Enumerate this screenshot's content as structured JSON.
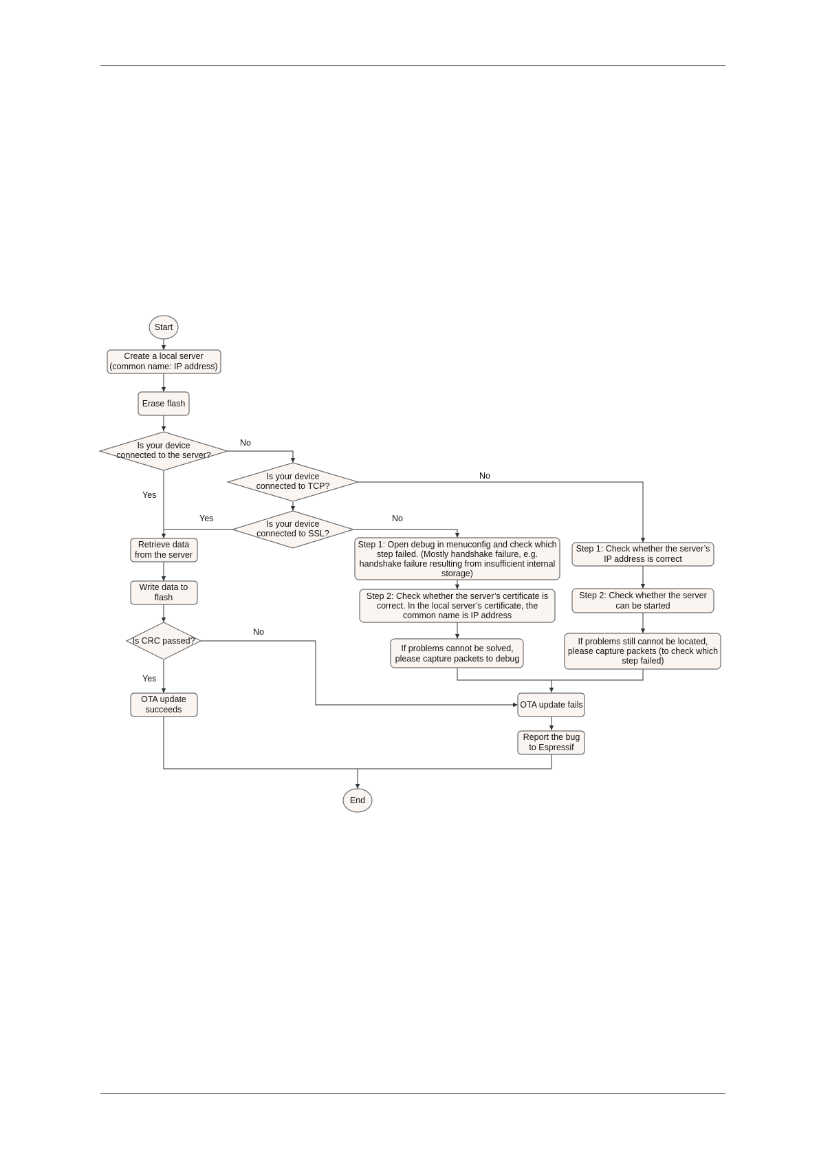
{
  "colors": {
    "node_fill": "#fbf5f1",
    "node_stroke": "#6b6b6b",
    "edge": "#555555",
    "rule": "#555555"
  },
  "flowchart": {
    "nodes": {
      "start": "Start",
      "create_server": [
        "Create a local server",
        "(common name: IP address)"
      ],
      "erase_flash": "Erase flash",
      "q_server": [
        "Is your device",
        "connected to the server?"
      ],
      "q_tcp": [
        "Is your device",
        "connected to TCP?"
      ],
      "q_ssl": [
        "Is your device",
        "connected to SSL?"
      ],
      "retrieve": [
        "Retrieve data",
        "from the server"
      ],
      "write_flash": [
        "Write data to",
        "flash"
      ],
      "q_crc": "Is CRC passed?",
      "ota_success": [
        "OTA update",
        "succeeds"
      ],
      "ssl_step1": [
        "Step 1: Open debug in menuconfig and check which",
        "step failed. (Mostly handshake failure, e.g.",
        "handshake failure resulting from insufficient internal",
        "storage)"
      ],
      "ssl_step2": [
        "Step 2: Check whether the server’s certificate is",
        "correct. In the local server’s certificate, the",
        "common name is IP address"
      ],
      "ssl_capture": [
        "If problems cannot be solved,",
        "please capture packets to debug"
      ],
      "tcp_step1": [
        "Step 1: Check whether the server’s",
        "IP address is correct"
      ],
      "tcp_step2": [
        "Step 2: Check whether the server",
        "can be started"
      ],
      "tcp_capture": [
        "If problems still cannot be located,",
        "please capture packets (to check which",
        "step failed)"
      ],
      "ota_fail": "OTA update fails",
      "report": [
        "Report the bug",
        "to Espressif"
      ],
      "end": "End"
    },
    "edge_labels": {
      "server_no": "No",
      "server_yes": "Yes",
      "tcp_no": "No",
      "ssl_yes": "Yes",
      "ssl_no": "No",
      "crc_no": "No",
      "crc_yes": "Yes"
    }
  }
}
